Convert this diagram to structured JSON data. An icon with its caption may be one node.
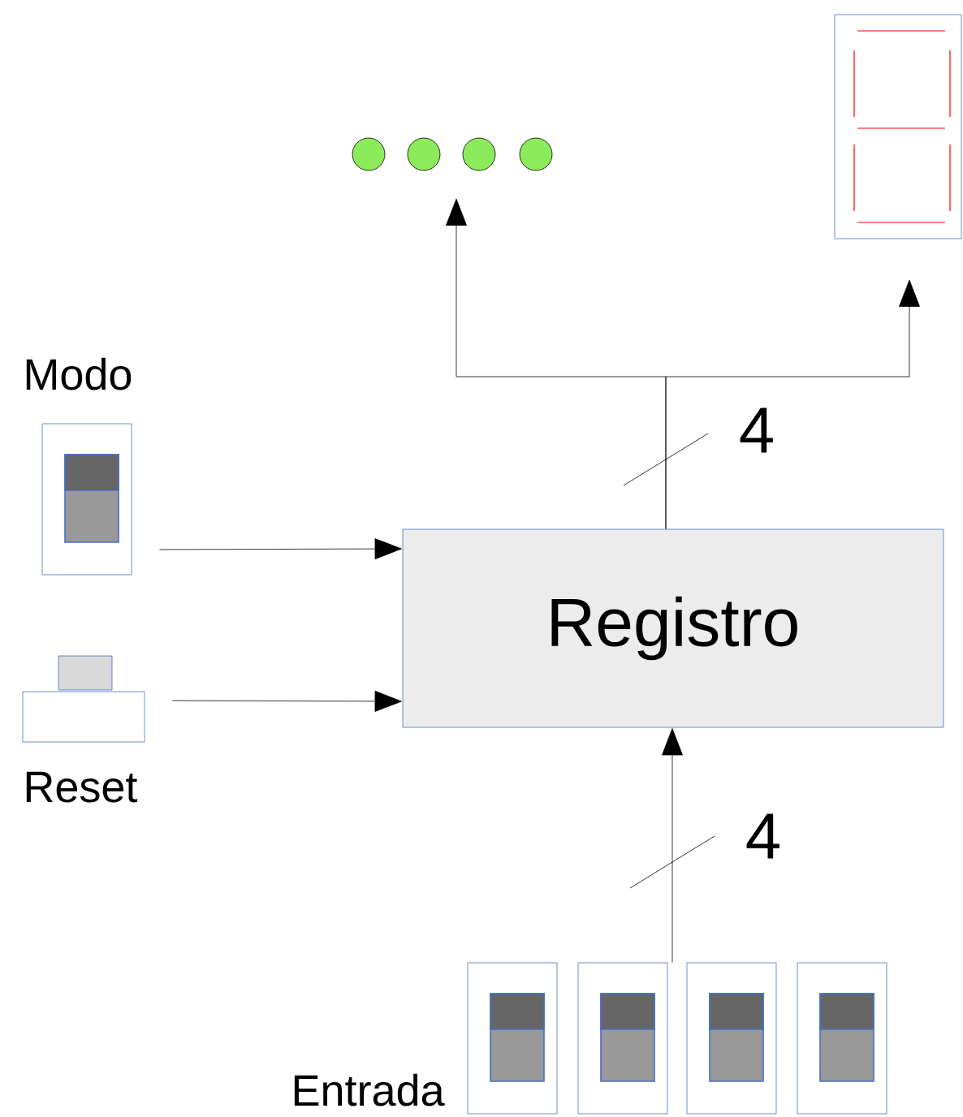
{
  "diagram": {
    "nodes": [
      {
        "text": [
          "Registro"
        ]
      },
      {
        "text": [
          "Modo"
        ]
      },
      {
        "text": [
          "Reset"
        ]
      },
      {
        "text": [],
        "shape": "picture"
      },
      {
        "text": [],
        "shape": "picture"
      },
      {
        "text": [],
        "shape": "picture",
        "beside": [
          "Entrada"
        ]
      }
    ],
    "edges": [
      {
        "from": 1,
        "to": 0,
        "arrow": "to"
      },
      {
        "from": 2,
        "to": 0,
        "arrow": "to"
      },
      {
        "from": 5,
        "to": 0,
        "arrow": "to",
        "label": "4"
      },
      {
        "from": 0,
        "to": 3,
        "arrow": "to",
        "label": "4"
      },
      {
        "from": 0,
        "to": 4,
        "arrow": "to"
      }
    ]
  }
}
